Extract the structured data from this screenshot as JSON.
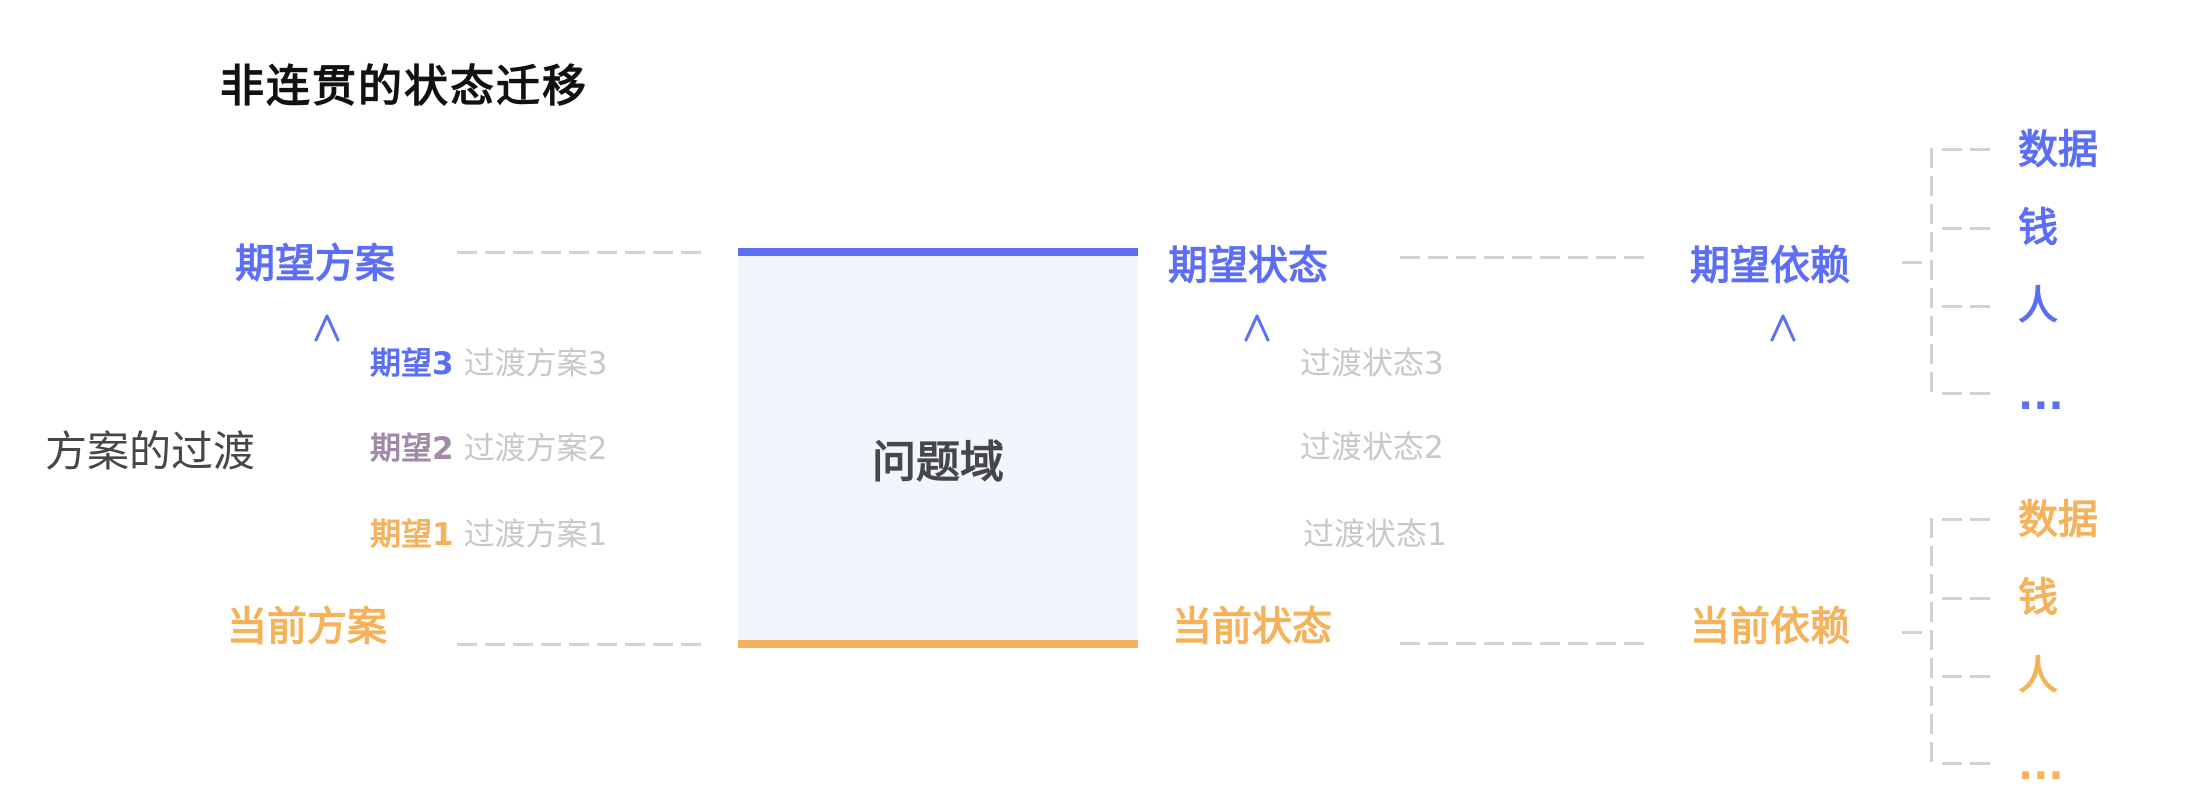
{
  "title": "非连贯的状态迁移",
  "colors": {
    "expected": "#5b6ef5",
    "current": "#f5b25a",
    "transition_text": "#c8c8c8",
    "dash": "#d2d2d2",
    "box_fill": "#f1f6fd",
    "label_dark": "#474747"
  },
  "plan": {
    "side_label": "方案的过渡",
    "expected": "期望方案",
    "current": "当前方案",
    "transitions": [
      {
        "tag": "期望3",
        "text": "过渡方案3"
      },
      {
        "tag": "期望2",
        "text": "过渡方案2"
      },
      {
        "tag": "期望1",
        "text": "过渡方案1"
      }
    ]
  },
  "problem_domain": {
    "label": "问题域"
  },
  "state": {
    "expected": "期望状态",
    "current": "当前状态",
    "transitions": [
      "过渡状态3",
      "过渡状态2",
      "过渡状态1"
    ]
  },
  "dependency": {
    "expected": "期望依赖",
    "current": "当前依赖",
    "expected_items": [
      "数据",
      "钱",
      "人",
      "..."
    ],
    "current_items": [
      "数据",
      "钱",
      "人",
      "..."
    ]
  }
}
